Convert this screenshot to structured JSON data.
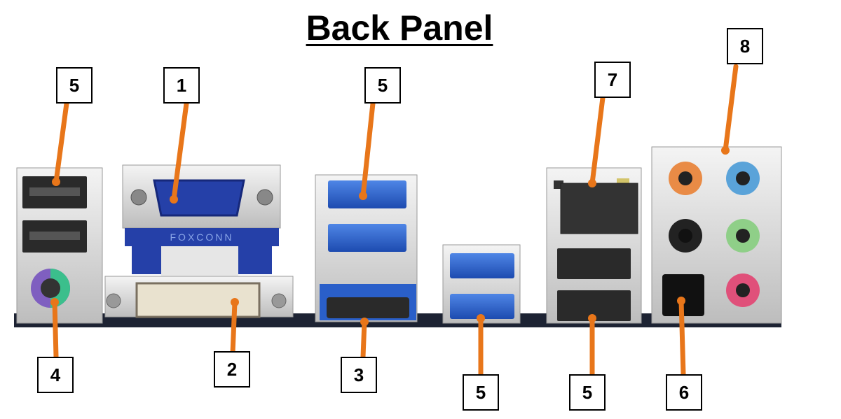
{
  "title": "Back Panel",
  "colors": {
    "leader": "#e8761a",
    "usb3_blue": "#2a5fc9",
    "vga_blue": "#2540a8",
    "metal": "#d8d8d8",
    "pcb": "#1d2333",
    "audio_orange": "#e98b46",
    "audio_blue": "#5aa3d9",
    "audio_black": "#222222",
    "audio_green": "#8fcf88",
    "audio_pink": "#e0507a"
  },
  "callouts": [
    {
      "id": "c5a",
      "label": "5"
    },
    {
      "id": "c1",
      "label": "1"
    },
    {
      "id": "c5b",
      "label": "5"
    },
    {
      "id": "c7",
      "label": "7"
    },
    {
      "id": "c8",
      "label": "8"
    },
    {
      "id": "c4",
      "label": "4"
    },
    {
      "id": "c2",
      "label": "2"
    },
    {
      "id": "c3",
      "label": "3"
    },
    {
      "id": "c5c",
      "label": "5"
    },
    {
      "id": "c5d",
      "label": "5"
    },
    {
      "id": "c6",
      "label": "6"
    }
  ],
  "brand_text": "FOXCONN"
}
